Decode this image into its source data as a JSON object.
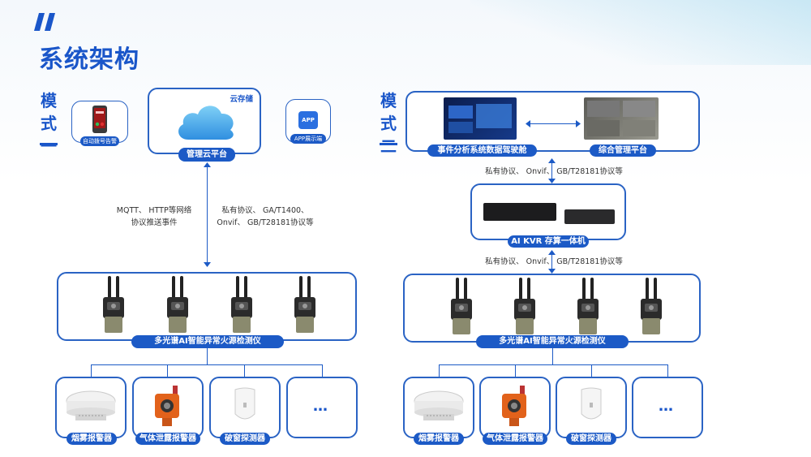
{
  "page_title": "系统架构",
  "mode1": {
    "label_chars": [
      "模",
      "式",
      "一"
    ],
    "auto_dial": "自动拨号告警",
    "cloud_storage": "云存储",
    "cloud_platform": "管理云平台",
    "app_icon": "APP",
    "app_display": "APP展示端",
    "left_proto_line1": "MQTT、 HTTP等网络",
    "left_proto_line2": "协议推送事件",
    "right_proto_line1": "私有协议、 GA/T1400、",
    "right_proto_line2": "Onvif、 GB/T28181协议等",
    "detector": "多光谱AI智能异常火源检测仪",
    "alarms": [
      "烟雾报警器",
      "气体泄露报警器",
      "破窗探测器"
    ],
    "more": "…"
  },
  "mode2": {
    "label_chars": [
      "模",
      "式",
      "二"
    ],
    "cockpit": "事件分析系统数据驾驶舱",
    "platform": "综合管理平台",
    "proto_top": "私有协议、 Onvif、  GB/T28181协议等",
    "kvr": "AI KVR 存算一体机",
    "proto_bottom": "私有协议、 Onvif、  GB/T28181协议等",
    "detector": "多光谱AI智能异常火源检测仪",
    "alarms": [
      "烟雾报警器",
      "气体泄露报警器",
      "破窗探测器"
    ],
    "more": "…"
  },
  "colors": {
    "accent": "#1a56c9",
    "tag": "#1c5ac6",
    "border": "#2a63c4"
  }
}
